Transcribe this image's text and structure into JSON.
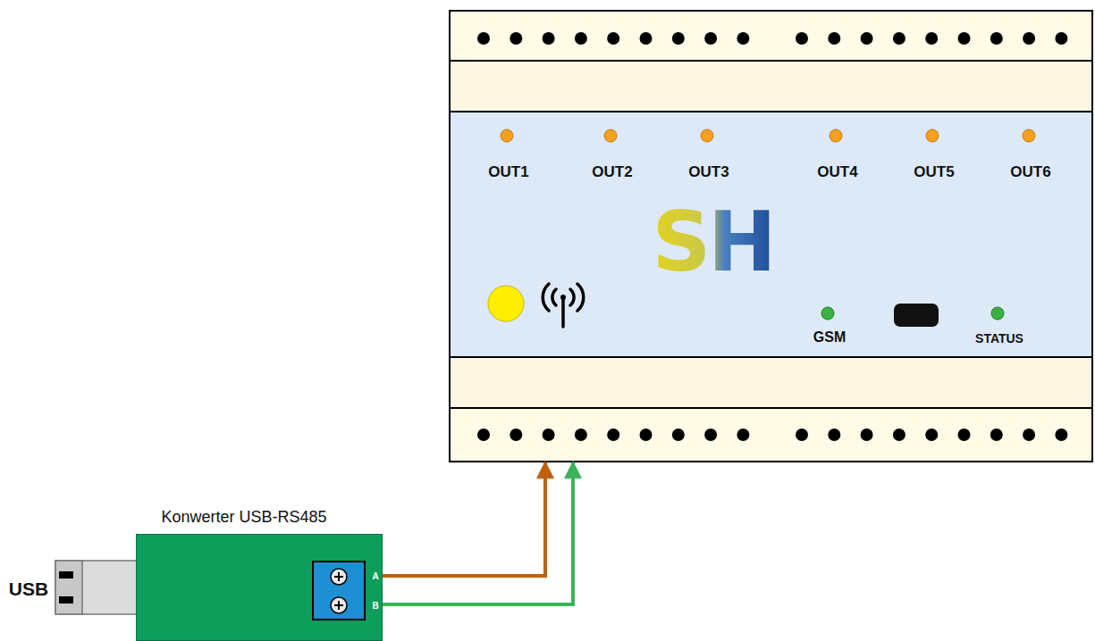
{
  "diagram": {
    "nodes": [
      {
        "text": [
          "OUT1",
          "OUT2",
          "OUT3",
          "OUT4",
          "OUT5",
          "OUT6",
          "GSM",
          "STATUS"
        ]
      },
      {
        "text": [
          "Konwerter USB-RS485",
          "A",
          "B"
        ]
      }
    ],
    "edges": [
      {
        "from": 1,
        "to": 0,
        "arrow": "to"
      },
      {
        "from": 1,
        "to": 0,
        "arrow": "to"
      }
    ],
    "labels": [
      "USB",
      "SH"
    ]
  }
}
